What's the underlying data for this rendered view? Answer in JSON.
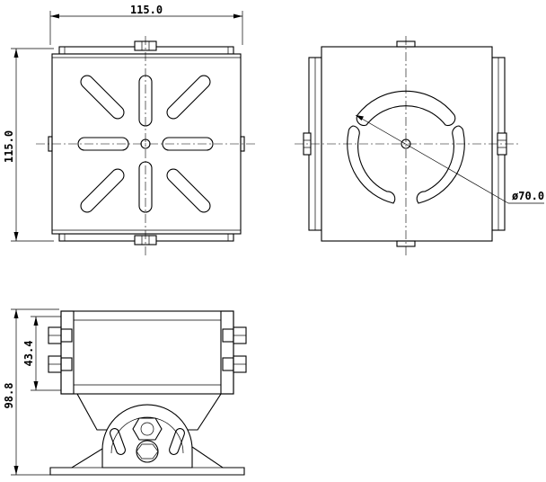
{
  "dimensions": {
    "width_top": "115.0",
    "height_top": "115.0",
    "diameter": "ø70.0",
    "hole_spacing": "43.4",
    "total_height": "98.8"
  }
}
